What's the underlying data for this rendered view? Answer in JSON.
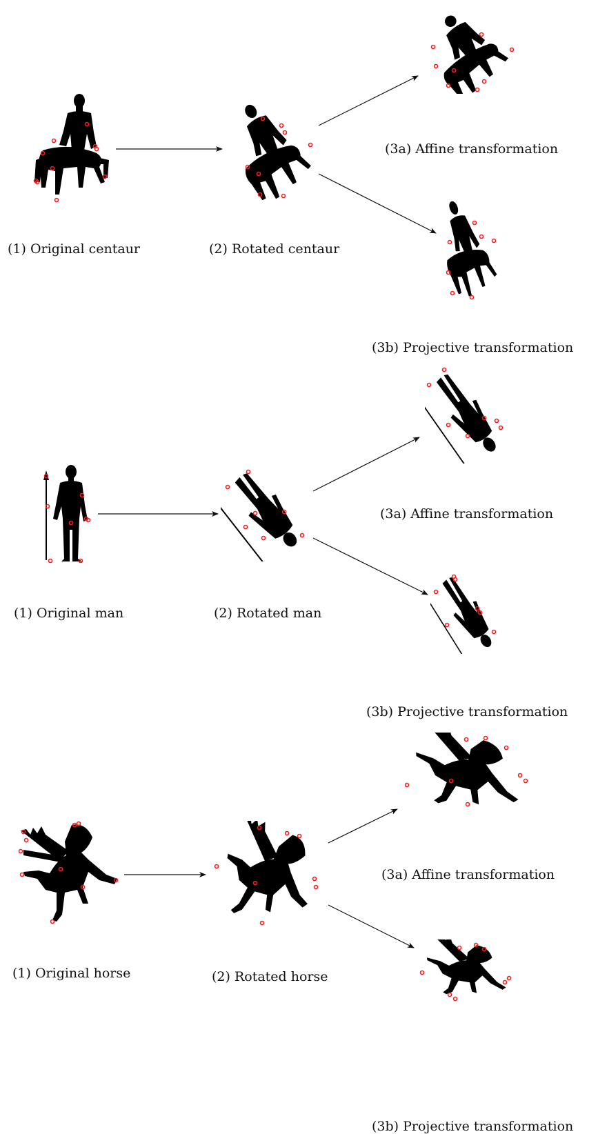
{
  "colors": {
    "silhouette": "#000000",
    "keypoint": "#ff1a1a",
    "arrow": "#111111",
    "background": "#ffffff"
  },
  "rows": [
    {
      "subject": "centaur",
      "original_label": "(1) Original centaur",
      "rotated_label": "(2) Rotated centaur",
      "affine_label": "(3a) Affine transformation",
      "projective_label": "(3b) Projective transformation"
    },
    {
      "subject": "man",
      "original_label": "(1) Original man",
      "rotated_label": "(2) Rotated man",
      "affine_label": "(3a) Affine transformation",
      "projective_label": "(3b) Projective transformation"
    },
    {
      "subject": "horse",
      "original_label": "(1) Original horse",
      "rotated_label": "(2) Rotated horse",
      "affine_label": "(3a) Affine transformation",
      "projective_label": "(3b) Projective transformation"
    }
  ]
}
